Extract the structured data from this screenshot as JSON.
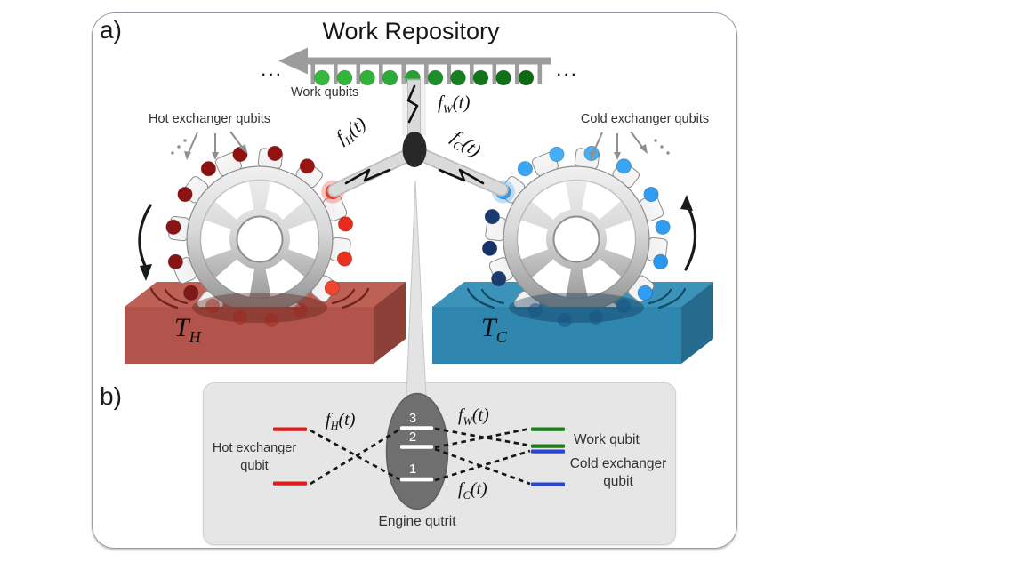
{
  "figure": {
    "panel_a_label": "a)",
    "panel_b_label": "b)"
  },
  "panel_a": {
    "title": "Work Repository",
    "work_qubits_label": "Work qubits",
    "hot_exchanger_label": "Hot exchanger qubits",
    "cold_exchanger_label": "Cold exchanger qubits",
    "ellipsis": "···",
    "hot_bath": {
      "base": "T",
      "sub": "H"
    },
    "cold_bath": {
      "base": "T",
      "sub": "C"
    },
    "coupling_hot": {
      "base": "f",
      "sub": "H",
      "arg": "(t)"
    },
    "coupling_work": {
      "base": "f",
      "sub": "W",
      "arg": "(t)"
    },
    "coupling_cold": {
      "base": "f",
      "sub": "C",
      "arg": "(t)"
    },
    "work_qubit_colors": [
      "#35b83e",
      "#32b53b",
      "#2fb23a",
      "#2cab37",
      "#28a033",
      "#1e8f28",
      "#167f1e",
      "#127618",
      "#0f7015",
      "#0d6a12"
    ],
    "hot_gear_dots": [
      {
        "angle": 218,
        "color": "#7c1919"
      },
      {
        "angle": 195,
        "color": "#861414"
      },
      {
        "angle": 172,
        "color": "#8a1313"
      },
      {
        "angle": 149,
        "color": "#8e1212"
      },
      {
        "angle": 126,
        "color": "#8e1111"
      },
      {
        "angle": 103,
        "color": "#911111"
      },
      {
        "angle": 80,
        "color": "#961212"
      },
      {
        "angle": 57,
        "color": "#9c1313"
      },
      {
        "angle": 33,
        "color": "#f23c28",
        "glow": true
      },
      {
        "angle": 10,
        "color": "#ea2a1a"
      },
      {
        "angle": -13,
        "color": "#ec3020"
      },
      {
        "angle": -34,
        "color": "#f14533"
      }
    ],
    "cold_gear_dots": [
      {
        "angle": -38,
        "color": "#2f9df3"
      },
      {
        "angle": -15,
        "color": "#2b97ef"
      },
      {
        "angle": 8,
        "color": "#2f9df3"
      },
      {
        "angle": 31,
        "color": "#2f9df3"
      },
      {
        "angle": 57,
        "color": "#39a5f5"
      },
      {
        "angle": 80,
        "color": "#45aef7"
      },
      {
        "angle": 103,
        "color": "#45aef7"
      },
      {
        "angle": 126,
        "color": "#39a5f5"
      },
      {
        "angle": 147,
        "color": "#2f9df3",
        "glow": true
      },
      {
        "angle": 165,
        "color": "#1b3a70"
      },
      {
        "angle": 186,
        "color": "#16336b"
      },
      {
        "angle": 207,
        "color": "#1b3a70"
      }
    ],
    "hot_bath_colors": {
      "front": "#b2544b",
      "top": "#bd6156",
      "side": "#8d4038"
    },
    "cold_bath_colors": {
      "front": "#2f86ae",
      "top": "#3c93b9",
      "side": "#246b8d"
    }
  },
  "panel_b": {
    "hot_qubit_label": [
      "Hot exchanger",
      "qubit"
    ],
    "work_qubit_label": "Work qubit",
    "cold_qubit_label": [
      "Cold exchanger",
      "qubit"
    ],
    "engine_label": "Engine qutrit",
    "qutrit_levels": [
      "3",
      "2",
      "1"
    ],
    "coupling_hot": {
      "base": "f",
      "sub": "H",
      "arg": "(t)"
    },
    "coupling_work": {
      "base": "f",
      "sub": "W",
      "arg": "(t)"
    },
    "coupling_cold": {
      "base": "f",
      "sub": "C",
      "arg": "(t)"
    },
    "hot_level_color": "#e31b1b",
    "work_level_color": "#1b7e1b",
    "cold_level_color": "#2a46d4",
    "engine_color": "#6f6f6f"
  }
}
